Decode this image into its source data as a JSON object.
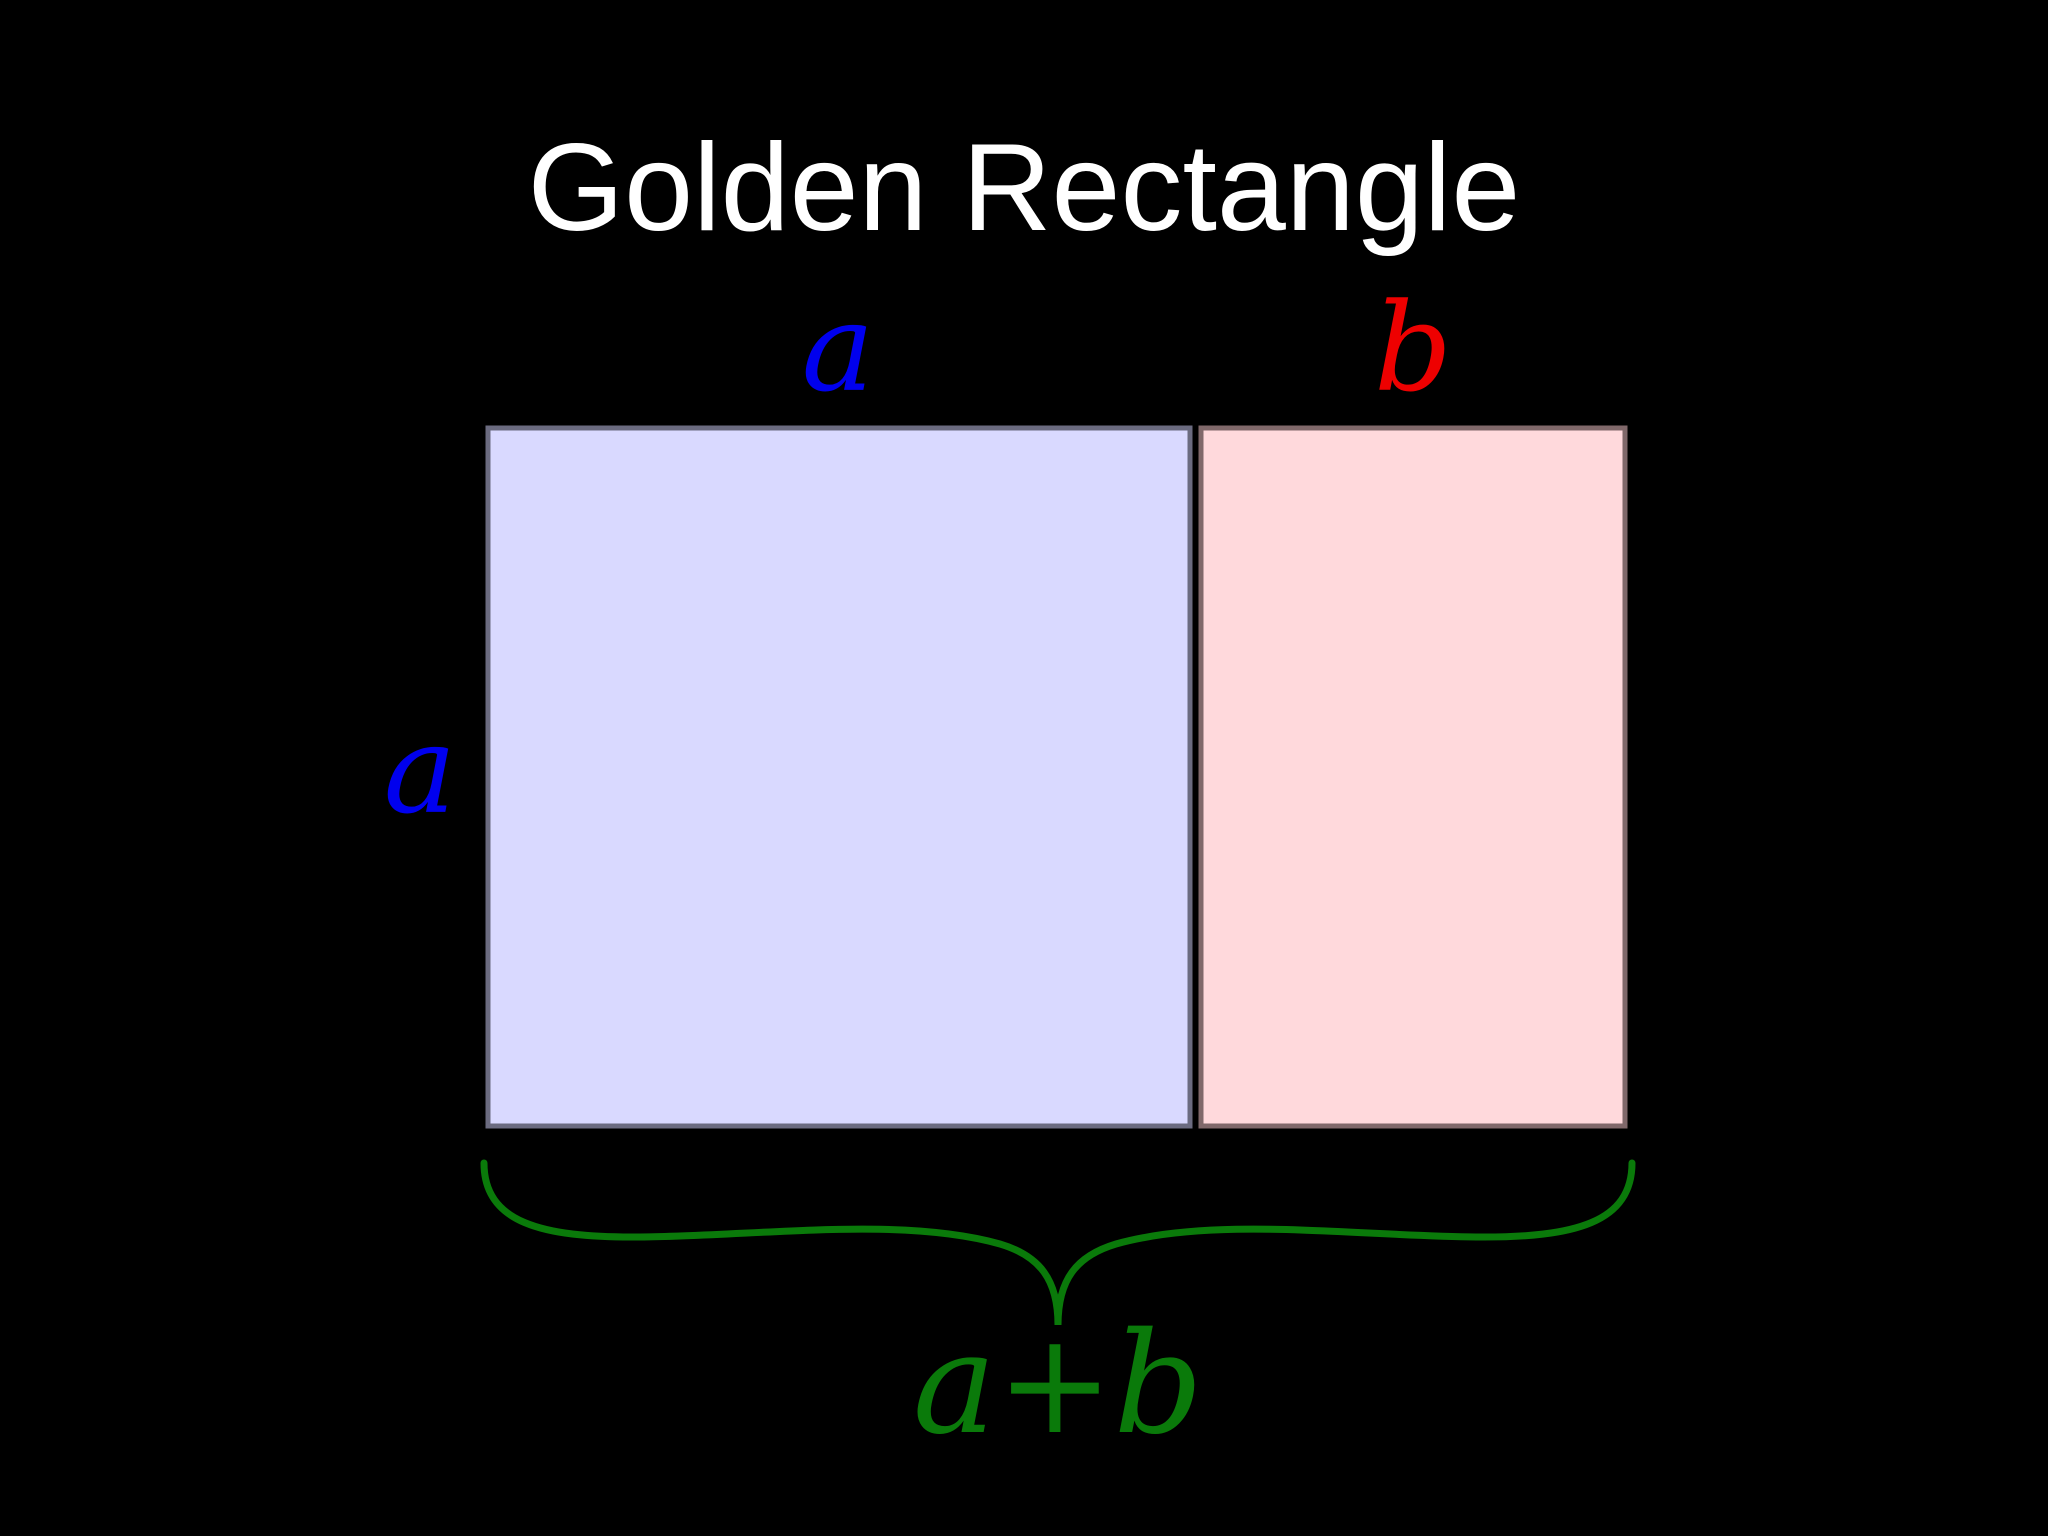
{
  "slide": {
    "title": "Golden Rectangle"
  },
  "diagram": {
    "label_top_square": "a",
    "label_top_rect": "b",
    "label_side": "a",
    "label_sum": "a+b",
    "colors": {
      "background": "#000000",
      "title": "#ffffff",
      "square_fill": "#d9d9ff",
      "rect_fill": "#ffd9dc",
      "edge": "#6b6b80",
      "label_a": "#0000ee",
      "label_b": "#ee0000",
      "brace": "#0a7a0a",
      "label_sum": "#0a7a0a"
    }
  }
}
